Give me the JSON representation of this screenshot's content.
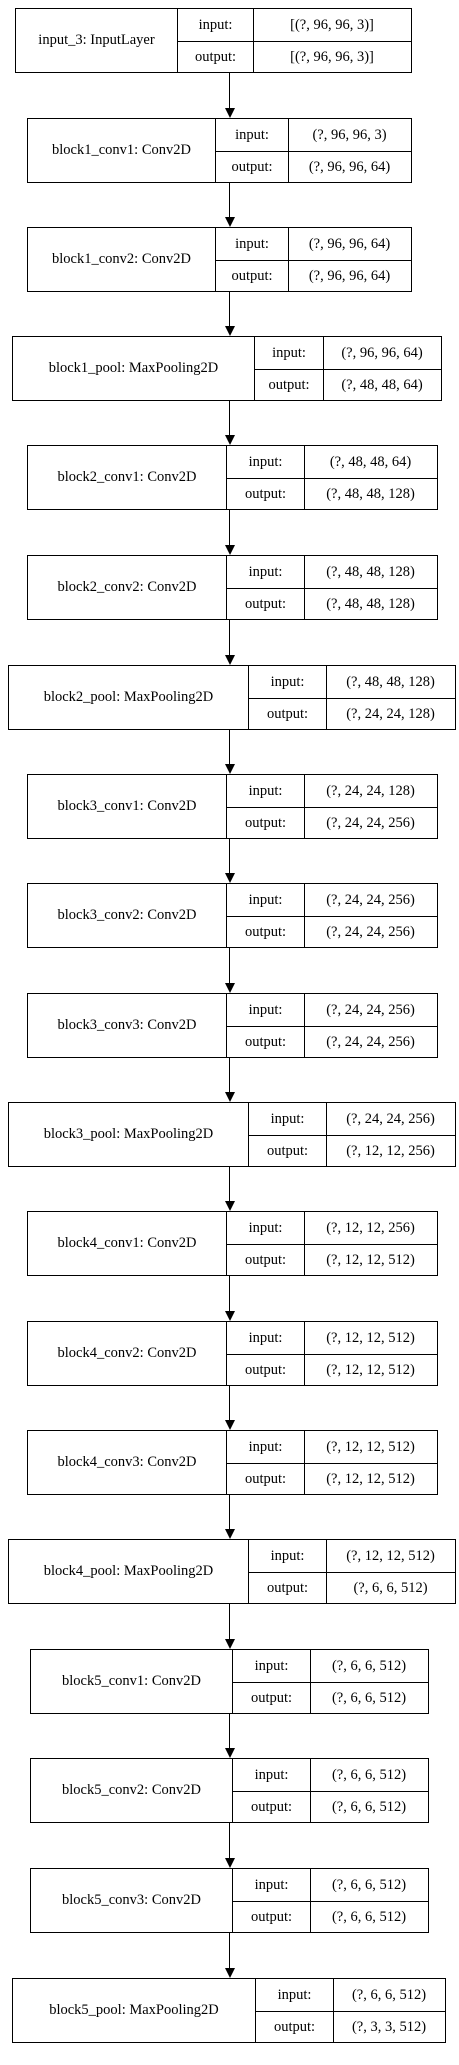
{
  "labels": {
    "input": "input:",
    "output": "output:"
  },
  "layers": [
    {
      "name": "input_3: InputLayer",
      "input": "[(?, 96, 96, 3)]",
      "output": "[(?, 96, 96, 3)]"
    },
    {
      "name": "block1_conv1: Conv2D",
      "input": "(?, 96, 96, 3)",
      "output": "(?, 96, 96, 64)"
    },
    {
      "name": "block1_conv2: Conv2D",
      "input": "(?, 96, 96, 64)",
      "output": "(?, 96, 96, 64)"
    },
    {
      "name": "block1_pool: MaxPooling2D",
      "input": "(?, 96, 96, 64)",
      "output": "(?, 48, 48, 64)"
    },
    {
      "name": "block2_conv1: Conv2D",
      "input": "(?, 48, 48, 64)",
      "output": "(?, 48, 48, 128)"
    },
    {
      "name": "block2_conv2: Conv2D",
      "input": "(?, 48, 48, 128)",
      "output": "(?, 48, 48, 128)"
    },
    {
      "name": "block2_pool: MaxPooling2D",
      "input": "(?, 48, 48, 128)",
      "output": "(?, 24, 24, 128)"
    },
    {
      "name": "block3_conv1: Conv2D",
      "input": "(?, 24, 24, 128)",
      "output": "(?, 24, 24, 256)"
    },
    {
      "name": "block3_conv2: Conv2D",
      "input": "(?, 24, 24, 256)",
      "output": "(?, 24, 24, 256)"
    },
    {
      "name": "block3_conv3: Conv2D",
      "input": "(?, 24, 24, 256)",
      "output": "(?, 24, 24, 256)"
    },
    {
      "name": "block3_pool: MaxPooling2D",
      "input": "(?, 24, 24, 256)",
      "output": "(?, 12, 12, 256)"
    },
    {
      "name": "block4_conv1: Conv2D",
      "input": "(?, 12, 12, 256)",
      "output": "(?, 12, 12, 512)"
    },
    {
      "name": "block4_conv2: Conv2D",
      "input": "(?, 12, 12, 512)",
      "output": "(?, 12, 12, 512)"
    },
    {
      "name": "block4_conv3: Conv2D",
      "input": "(?, 12, 12, 512)",
      "output": "(?, 12, 12, 512)"
    },
    {
      "name": "block4_pool: MaxPooling2D",
      "input": "(?, 12, 12, 512)",
      "output": "(?, 6, 6, 512)"
    },
    {
      "name": "block5_conv1: Conv2D",
      "input": "(?, 6, 6, 512)",
      "output": "(?, 6, 6, 512)"
    },
    {
      "name": "block5_conv2: Conv2D",
      "input": "(?, 6, 6, 512)",
      "output": "(?, 6, 6, 512)"
    },
    {
      "name": "block5_conv3: Conv2D",
      "input": "(?, 6, 6, 512)",
      "output": "(?, 6, 6, 512)"
    },
    {
      "name": "block5_pool: MaxPooling2D",
      "input": "(?, 6, 6, 512)",
      "output": "(?, 3, 3, 512)"
    }
  ]
}
